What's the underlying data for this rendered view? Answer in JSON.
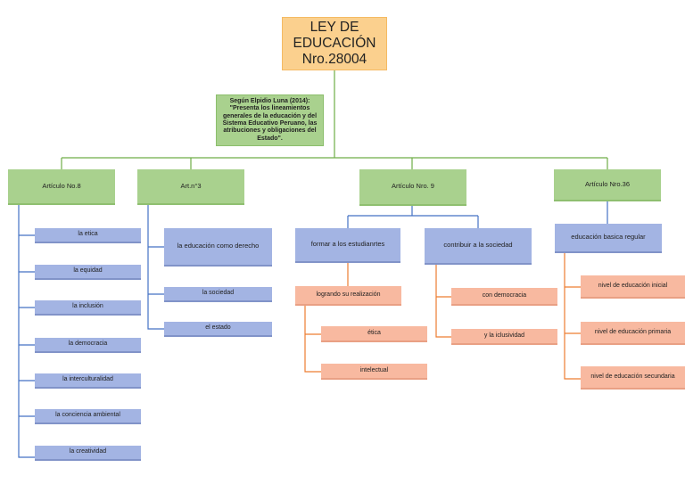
{
  "title": {
    "line1": "LEY DE",
    "line2": "EDUCACIÓN",
    "line3": "Nro.28004"
  },
  "quote": {
    "line1": "Según Elpidio Luna (2014):",
    "line2": "\"Presenta los lineamientos",
    "line3": "generales de la educación y del",
    "line4": "Sistema Educativo Peruano, las",
    "line5": "atribuciones y obligaciones del",
    "line6": "Estado\"."
  },
  "articles": {
    "art8": {
      "label": "Artículo No.8",
      "items": [
        "la etica",
        "la equidad",
        "la inclusión",
        "la democracia",
        "la interculturalidad",
        "la conciencia ambiental",
        "la creatividad"
      ]
    },
    "art3": {
      "label": "Art.n°3",
      "items": [
        "la educación como derecho",
        "la sociedad",
        "el estado"
      ]
    },
    "art9": {
      "label": "Artículo Nro. 9",
      "branch1": {
        "label": "formar a los estudianrtes",
        "sub": "logrando su realización",
        "items": [
          "ética",
          "intelectual"
        ]
      },
      "branch2": {
        "label": "contribuir a la sociedad",
        "items": [
          "con democracia",
          "y la iclusividad"
        ]
      }
    },
    "art36": {
      "label": "Artículo Nro.36",
      "sub": "educación basica  regular",
      "items": [
        "nivel de educación inicial",
        "nivel de educación primaria",
        "nivel de educación secundaria"
      ]
    }
  },
  "colors": {
    "title_fill": "#fbd08e",
    "green_fill": "#a9d18e",
    "blue_fill": "#a3b4e3",
    "salmon_fill": "#f8b9a0",
    "green_line": "#6fae47",
    "blue_line": "#4472c4",
    "orange_line": "#ed7d31"
  }
}
